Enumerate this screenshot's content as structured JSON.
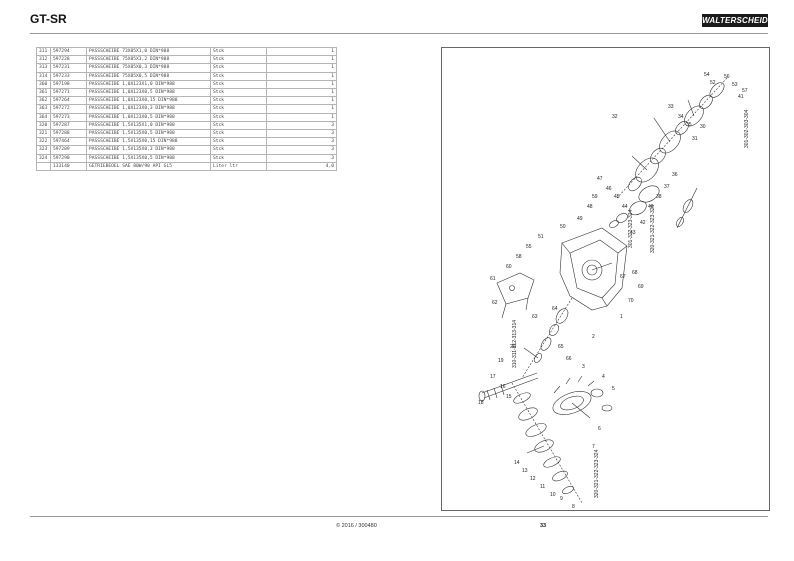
{
  "header": {
    "title": "GT-SR",
    "logo_text": "WALTERSCHEID"
  },
  "parts_table": {
    "rows": [
      {
        "pos": "311",
        "part_no": "597294",
        "desc": "PASSSCHEIBE 73X85X1,0 DIN*988",
        "unit": "Stck",
        "qty": "1"
      },
      {
        "pos": "312",
        "part_no": "597228",
        "desc": "PASSSCHEIBE 75X85X3,2 DIN*988",
        "unit": "Stck",
        "qty": "1"
      },
      {
        "pos": "313",
        "part_no": "597231",
        "desc": "PASSSCHEIBE 75X85X0,3 DIN*988",
        "unit": "Stck",
        "qty": "1"
      },
      {
        "pos": "314",
        "part_no": "597233",
        "desc": "PASSSCHEIBE 75X85X0,5 DIN*988",
        "unit": "Stck",
        "qty": "1"
      },
      {
        "pos": "360",
        "part_no": "597198",
        "desc": "PASSSCHEIBE 1,0X123X1,0 DIN*988",
        "unit": "Stck",
        "qty": "1"
      },
      {
        "pos": "361",
        "part_no": "597271",
        "desc": "PASSSCHEIBE 1,0X123X0,5 DIN*988",
        "unit": "Stck",
        "qty": "1"
      },
      {
        "pos": "362",
        "part_no": "597264",
        "desc": "PASSSCHEIBE 1,0X123X0,15 DIN*988",
        "unit": "Stck",
        "qty": "1"
      },
      {
        "pos": "363",
        "part_no": "597272",
        "desc": "PASSSCHEIBE 1,0X123X0,3 DIN*988",
        "unit": "Stck",
        "qty": "1"
      },
      {
        "pos": "364",
        "part_no": "597273",
        "desc": "PASSSCHEIBE 1,0X123X0,5 DIN*988",
        "unit": "Stck",
        "qty": "1"
      },
      {
        "pos": "320",
        "part_no": "597287",
        "desc": "PASSSCHEIBE 1,5X135X1,0 DIN*988",
        "unit": "Stck",
        "qty": "3"
      },
      {
        "pos": "321",
        "part_no": "597288",
        "desc": "PASSSCHEIBE 1,5X135X0,5 DIN*988",
        "unit": "Stck",
        "qty": "3"
      },
      {
        "pos": "322",
        "part_no": "597464",
        "desc": "PASSSCHEIBE 1,5X135X0,15 DIN*988",
        "unit": "Stck",
        "qty": "3"
      },
      {
        "pos": "323",
        "part_no": "597289",
        "desc": "PASSSCHEIBE 1,5X135X0,3 DIN*988",
        "unit": "Stck",
        "qty": "3"
      },
      {
        "pos": "324",
        "part_no": "597290",
        "desc": "PASSSCHEIBE 1,5X135X0,5 DIN*988",
        "unit": "Stck",
        "qty": "3"
      },
      {
        "pos": "",
        "part_no": "133140",
        "desc": "GETRIEBEOEL SAE 80W/90 API GL5",
        "unit": "Liter ltr",
        "qty": "4,0"
      }
    ]
  },
  "diagram": {
    "callouts": [
      "53",
      "41",
      "57",
      "54",
      "52",
      "56",
      "59",
      "30",
      "31",
      "32",
      "33",
      "34",
      "35",
      "36",
      "37",
      "38",
      "40",
      "42",
      "43",
      "44",
      "45",
      "46",
      "47",
      "48",
      "49",
      "50",
      "51",
      "55",
      "58",
      "60",
      "61",
      "62",
      "63",
      "64",
      "65",
      "66",
      "67",
      "68",
      "69",
      "70",
      "1",
      "2",
      "3",
      "4",
      "5",
      "6",
      "7",
      "8",
      "9",
      "10",
      "11",
      "12",
      "13",
      "14",
      "15",
      "16",
      "17",
      "18",
      "19",
      "20"
    ],
    "labels": [
      "301-302-303-304",
      "301-322-323-324",
      "320-321-322-323-324",
      "310-311-312-313-314",
      "320-321-322-323-324"
    ]
  },
  "footer": {
    "copyright": "© 2016 / 300480",
    "page_number": "33"
  }
}
